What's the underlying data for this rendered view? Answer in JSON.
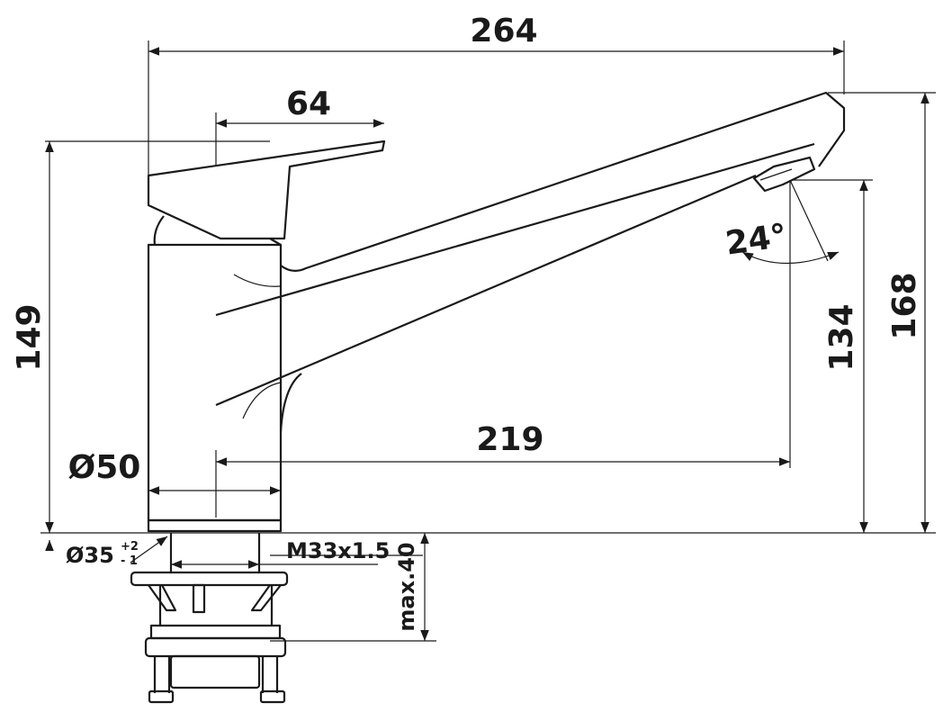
{
  "title": "Faucet dimension drawing",
  "dimensions": {
    "overall_length": "264",
    "lever_length": "64",
    "body_height": "149",
    "total_height": "168",
    "spout_height": "134",
    "spout_reach": "219",
    "body_diameter": "Ø50",
    "spout_angle": "24°",
    "hole_diameter": "Ø35",
    "hole_tol_plus": "+2",
    "hole_tol_minus": "- 1",
    "thread": "M33x1.5",
    "max_thickness": "max.40"
  }
}
